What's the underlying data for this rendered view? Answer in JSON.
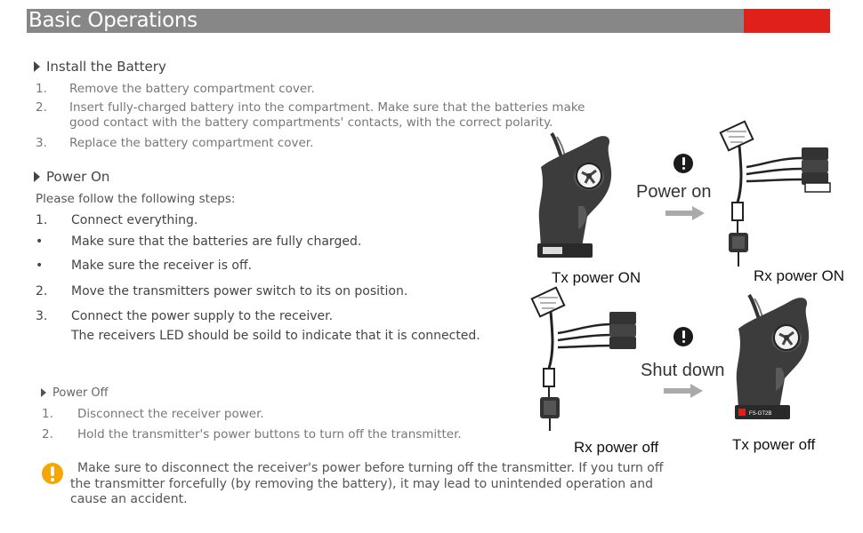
{
  "header": {
    "title": "Basic Operations",
    "accent_color": "#e0201b",
    "bar_color": "#878787"
  },
  "install": {
    "heading": "Install the Battery",
    "steps": [
      {
        "num": "1.",
        "lines": [
          "Remove the battery compartment cover."
        ]
      },
      {
        "num": "2.",
        "lines": [
          "Insert fully-charged battery into the compartment. Make sure that the batteries make",
          "good contact with the battery compartments' contacts, with the correct polarity."
        ]
      },
      {
        "num": "3.",
        "lines": [
          "Replace the battery compartment cover."
        ]
      }
    ]
  },
  "power_on": {
    "heading": "Power On",
    "intro": "Please follow the following steps:",
    "step1": {
      "num": "1.",
      "text": "Connect everything."
    },
    "bullet1": {
      "num": "•",
      "text": "Make sure that the batteries are fully charged."
    },
    "bullet2": {
      "num": "•",
      "text": "Make sure the receiver is off."
    },
    "step2": {
      "num": "2.",
      "text": "Move the transmitters power switch to its on position."
    },
    "step3": {
      "num": "3.",
      "text": "Connect the power supply to the receiver.",
      "note": "The receivers LED should be soild to indicate that it is connected."
    }
  },
  "power_off": {
    "heading": "Power Off",
    "step1": {
      "num": "1.",
      "text": "Disconnect the receiver power."
    },
    "step2": {
      "num": "2.",
      "text": "Hold the transmitter's power buttons to turn off the transmitter."
    }
  },
  "warning": {
    "lines": [
      "Make sure to disconnect the receiver's power before turning off the transmitter. If you turn off",
      "the transmitter forcefully (by removing the battery), it may lead to unintended operation and",
      "cause an accident."
    ],
    "icon": "exclamation-circle-icon",
    "color": "#f5a700"
  },
  "diagram": {
    "top_action": "Power on",
    "bottom_action": "Shut down",
    "tx_on": "Tx  power  ON",
    "rx_on": "Rx  power  ON",
    "rx_off": "Rx  power  off",
    "tx_off": "Tx  power  off",
    "tx_badge": "FS-GT2B"
  }
}
